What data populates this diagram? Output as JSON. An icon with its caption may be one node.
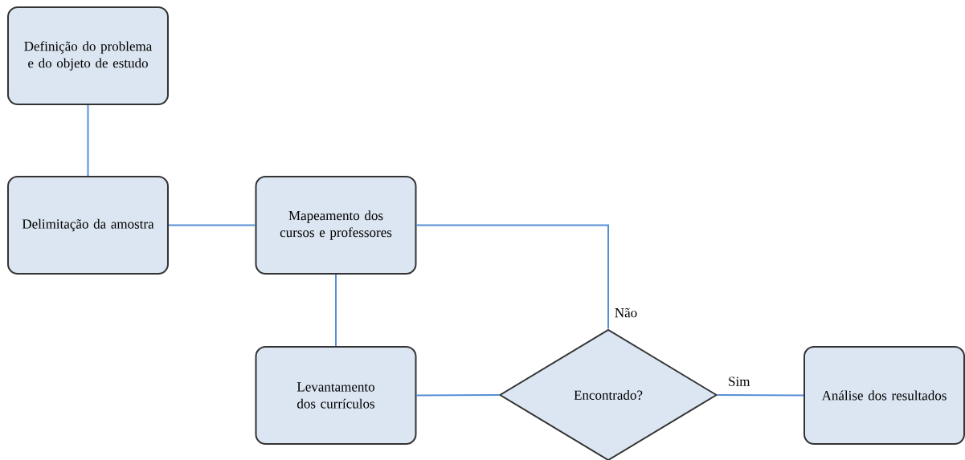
{
  "diagram": {
    "nodes": [
      {
        "text": [
          "Definição do problema e do objeto de estudo"
        ]
      },
      {
        "text": [
          "Delimitação da amostra"
        ]
      },
      {
        "text": [
          "Mapeamento dos cursos e professores"
        ]
      },
      {
        "text": [
          "Levantamento dos currículos"
        ]
      },
      {
        "text": [
          "Encontrado?"
        ]
      },
      {
        "text": [
          "Análise dos resultados"
        ]
      }
    ],
    "edges": [
      {
        "from": 0,
        "to": 1,
        "arrow": "none"
      },
      {
        "from": 1,
        "to": 2,
        "arrow": "none"
      },
      {
        "from": 2,
        "to": 3,
        "arrow": "none"
      },
      {
        "from": 3,
        "to": 4,
        "arrow": "none"
      },
      {
        "from": 4,
        "to": 2,
        "arrow": "none",
        "label": "Não"
      },
      {
        "from": 4,
        "to": 5,
        "arrow": "none",
        "label": "Sim"
      }
    ]
  }
}
